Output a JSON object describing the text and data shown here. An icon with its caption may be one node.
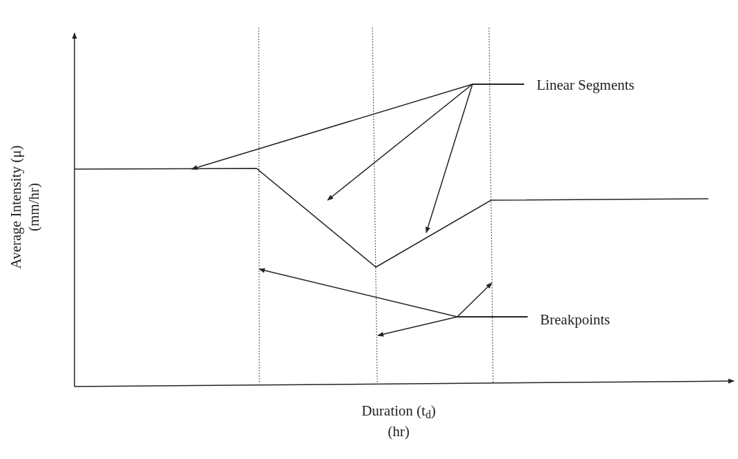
{
  "diagram": {
    "nodes": [
      {
        "text": [
          "Linear Segments"
        ]
      },
      {
        "text": [
          "Breakpoints"
        ]
      }
    ],
    "edges": [
      {
        "from": 0,
        "to": null,
        "arrow": "to"
      },
      {
        "from": 0,
        "to": null,
        "arrow": "to"
      },
      {
        "from": 0,
        "to": null,
        "arrow": "to"
      },
      {
        "from": 1,
        "to": null,
        "arrow": "to"
      },
      {
        "from": 1,
        "to": null,
        "arrow": "to"
      },
      {
        "from": 1,
        "to": null,
        "arrow": "to"
      }
    ],
    "labels": [
      "Average Intensity (μ)",
      "(mm/hr)",
      "Duration (t$_{d}$)",
      "(hr)"
    ]
  }
}
